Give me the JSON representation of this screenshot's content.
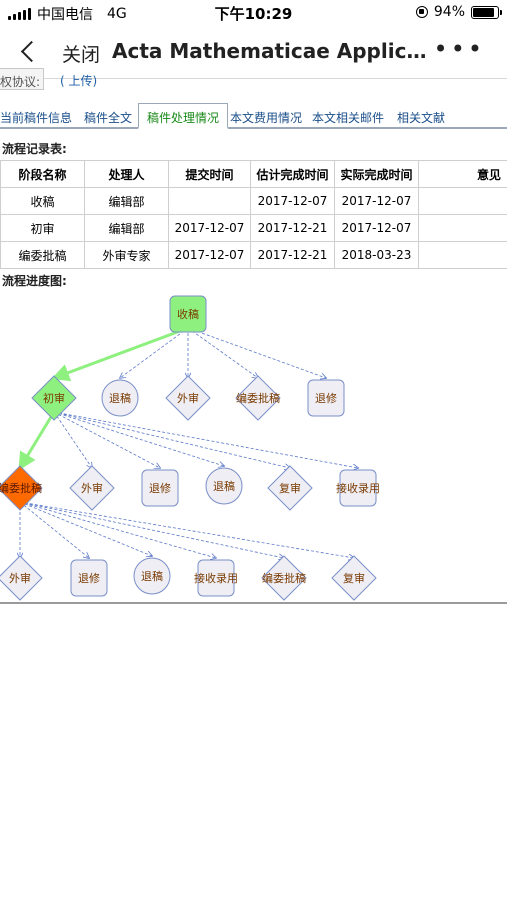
{
  "status_bar": {
    "carrier": "中国电信",
    "network": "4G",
    "time": "下午10:29",
    "battery_percent": "94%",
    "battery_level": 0.94
  },
  "nav": {
    "close_label": "关闭",
    "title": "Acta Mathematicae Applicatae...",
    "back_icon": "chevron-left-icon",
    "more_icon": "ellipsis-icon"
  },
  "cut_row": {
    "label": "权协议:",
    "link": "( 上传)"
  },
  "tabs": [
    {
      "label": "当前稿件信息"
    },
    {
      "label": "稿件全文"
    },
    {
      "label": "稿件处理情况",
      "active": true
    },
    {
      "label": "本文费用情况"
    },
    {
      "label": "本文相关邮件"
    },
    {
      "label": "相关文献"
    }
  ],
  "records": {
    "title": "流程记录表:",
    "headers": [
      "阶段名称",
      "处理人",
      "提交时间",
      "估计完成时间",
      "实际完成时间",
      "意见"
    ],
    "rows": [
      [
        "收稿",
        "编辑部",
        "",
        "2017-12-07",
        "2017-12-07",
        ""
      ],
      [
        "初审",
        "编辑部",
        "2017-12-07",
        "2017-12-21",
        "2017-12-07",
        ""
      ],
      [
        "编委批稿",
        "外审专家",
        "2017-12-07",
        "2017-12-21",
        "2018-03-23",
        ""
      ]
    ]
  },
  "flow": {
    "title": "流程进度图:",
    "colors": {
      "done": "#8ef07e",
      "current": "#ff6a00",
      "pending": "#eeeef4",
      "edge": "#5a78c8",
      "active_edge": "#8ef07e",
      "node_border": "#7a8fc8",
      "node_text": "#7a3a00"
    },
    "nodes": [
      {
        "id": "n0",
        "label": "收稿",
        "shape": "rounded",
        "state": "done"
      },
      {
        "id": "n1",
        "label": "初审",
        "shape": "diamond",
        "state": "done"
      },
      {
        "id": "n2",
        "label": "退稿",
        "shape": "circle",
        "state": "pending"
      },
      {
        "id": "n3",
        "label": "外审",
        "shape": "diamond",
        "state": "pending"
      },
      {
        "id": "n4",
        "label": "编委批稿",
        "shape": "diamond",
        "state": "pending"
      },
      {
        "id": "n5",
        "label": "退修",
        "shape": "rounded",
        "state": "pending"
      },
      {
        "id": "n6",
        "label": "编委批稿",
        "shape": "diamond",
        "state": "current"
      },
      {
        "id": "n7",
        "label": "外审",
        "shape": "diamond",
        "state": "pending"
      },
      {
        "id": "n8",
        "label": "退修",
        "shape": "rounded",
        "state": "pending"
      },
      {
        "id": "n9",
        "label": "退稿",
        "shape": "circle",
        "state": "pending"
      },
      {
        "id": "n10",
        "label": "复审",
        "shape": "diamond",
        "state": "pending"
      },
      {
        "id": "n11",
        "label": "接收录用",
        "shape": "rounded",
        "state": "pending"
      },
      {
        "id": "n12",
        "label": "外审",
        "shape": "diamond",
        "state": "pending"
      },
      {
        "id": "n13",
        "label": "退修",
        "shape": "rounded",
        "state": "pending"
      },
      {
        "id": "n14",
        "label": "退稿",
        "shape": "circle",
        "state": "pending"
      },
      {
        "id": "n15",
        "label": "接收录用",
        "shape": "rounded",
        "state": "pending"
      },
      {
        "id": "n16",
        "label": "编委批稿",
        "shape": "diamond",
        "state": "pending"
      },
      {
        "id": "n17",
        "label": "复审",
        "shape": "diamond",
        "state": "pending"
      }
    ],
    "edges": [
      [
        "n0",
        "n1",
        true
      ],
      [
        "n0",
        "n2",
        false
      ],
      [
        "n0",
        "n3",
        false
      ],
      [
        "n0",
        "n4",
        false
      ],
      [
        "n0",
        "n5",
        false
      ],
      [
        "n1",
        "n6",
        true
      ],
      [
        "n1",
        "n7",
        false
      ],
      [
        "n1",
        "n8",
        false
      ],
      [
        "n1",
        "n9",
        false
      ],
      [
        "n1",
        "n10",
        false
      ],
      [
        "n1",
        "n11",
        false
      ],
      [
        "n6",
        "n12",
        false
      ],
      [
        "n6",
        "n13",
        false
      ],
      [
        "n6",
        "n14",
        false
      ],
      [
        "n6",
        "n15",
        false
      ],
      [
        "n6",
        "n16",
        false
      ],
      [
        "n6",
        "n17",
        false
      ]
    ]
  }
}
